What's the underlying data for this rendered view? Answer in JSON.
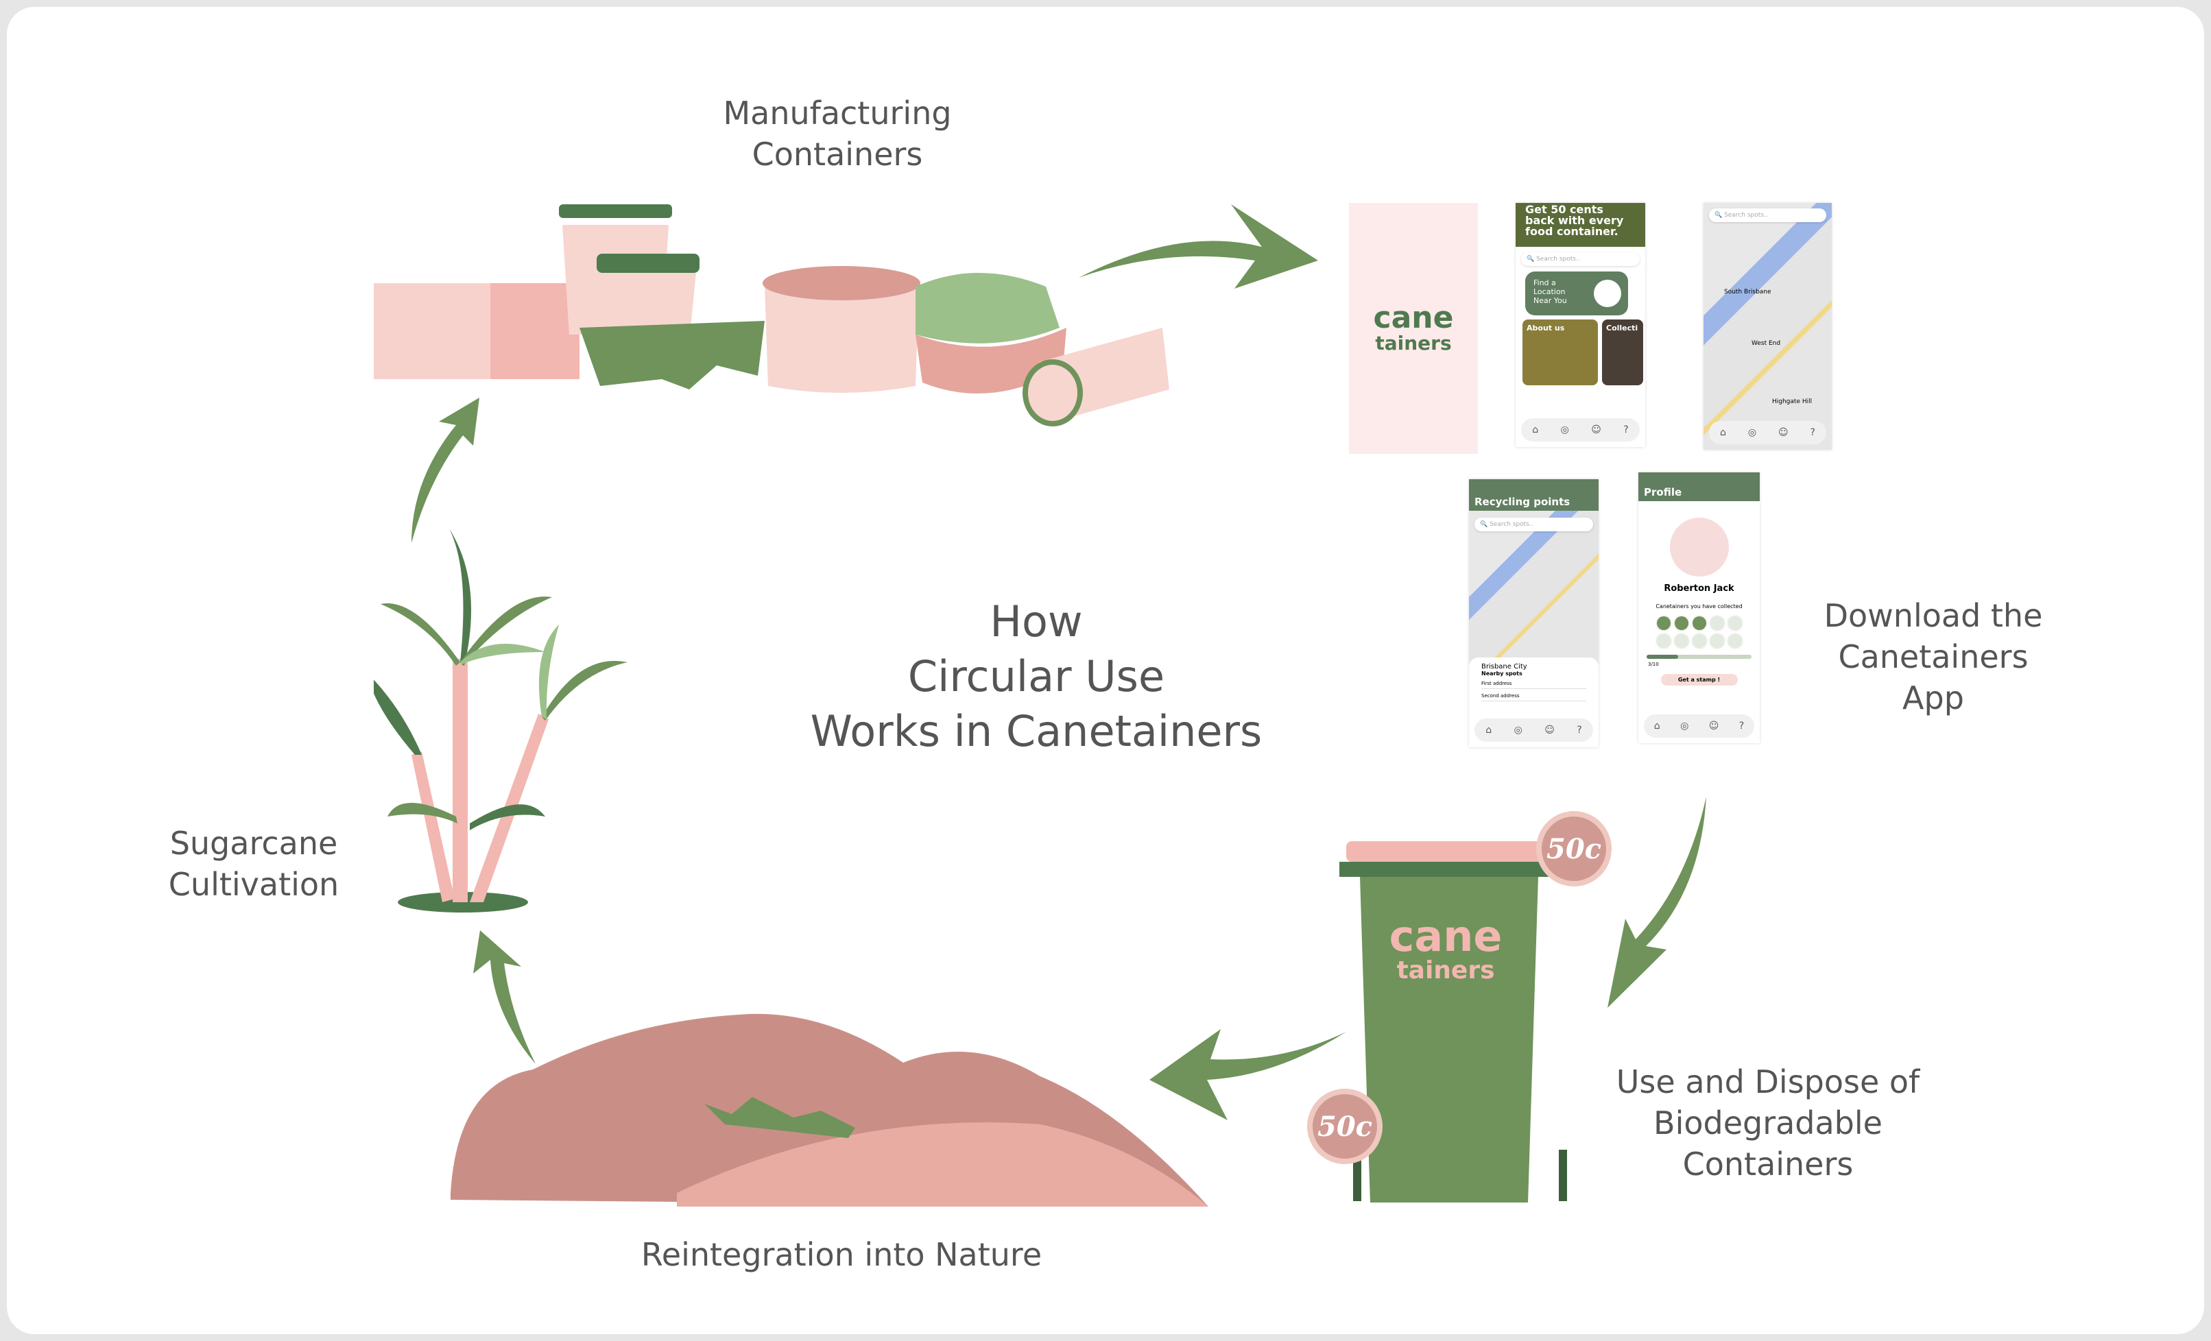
{
  "title": [
    "How",
    "Circular Use",
    "Works in Canetainers"
  ],
  "stages": {
    "manufacturing": [
      "Manufacturing",
      "Containers"
    ],
    "download": [
      "Download the",
      "Canetainers",
      "App"
    ],
    "dispose": [
      "Use and Dispose of",
      "Biodegradable",
      "Containers"
    ],
    "reintegration": [
      "Reintegration into Nature"
    ],
    "cultivation": [
      "Sugarcane",
      "Cultivation"
    ]
  },
  "brand": {
    "logo_line1": "cane",
    "logo_line2": "tainers",
    "green": "#6f935a",
    "pink": "#f2b7b0",
    "dark_green": "#4f7a4e"
  },
  "app": {
    "home": {
      "banner": "Get 50 cents back with every food container.",
      "search_placeholder": "Search spots..",
      "find_card": "Find a Location Near You",
      "tiles": [
        "About us",
        "Collecti"
      ]
    },
    "map": {
      "search_placeholder": "Search spots..",
      "places": [
        "South Brisbane",
        "West End",
        "Highgate Hill"
      ]
    },
    "recycling": {
      "header": "Recycling points",
      "search_placeholder": "Search spots..",
      "city": "Brisbane City",
      "nearby": "Nearby spots",
      "addresses": [
        "First address",
        "Second address"
      ]
    },
    "profile": {
      "header": "Profile",
      "name": "Roberton Jack",
      "collected_label": "Canetainers you have collected",
      "progress_text": "3/10",
      "progress": 0.3,
      "stamps_collected": 3,
      "stamps_total": 10,
      "button": "Get a stamp !"
    },
    "nav_icons": [
      "home-icon",
      "location-icon",
      "profile-icon",
      "help-icon"
    ]
  },
  "bin": {
    "coin_label": "50c"
  }
}
